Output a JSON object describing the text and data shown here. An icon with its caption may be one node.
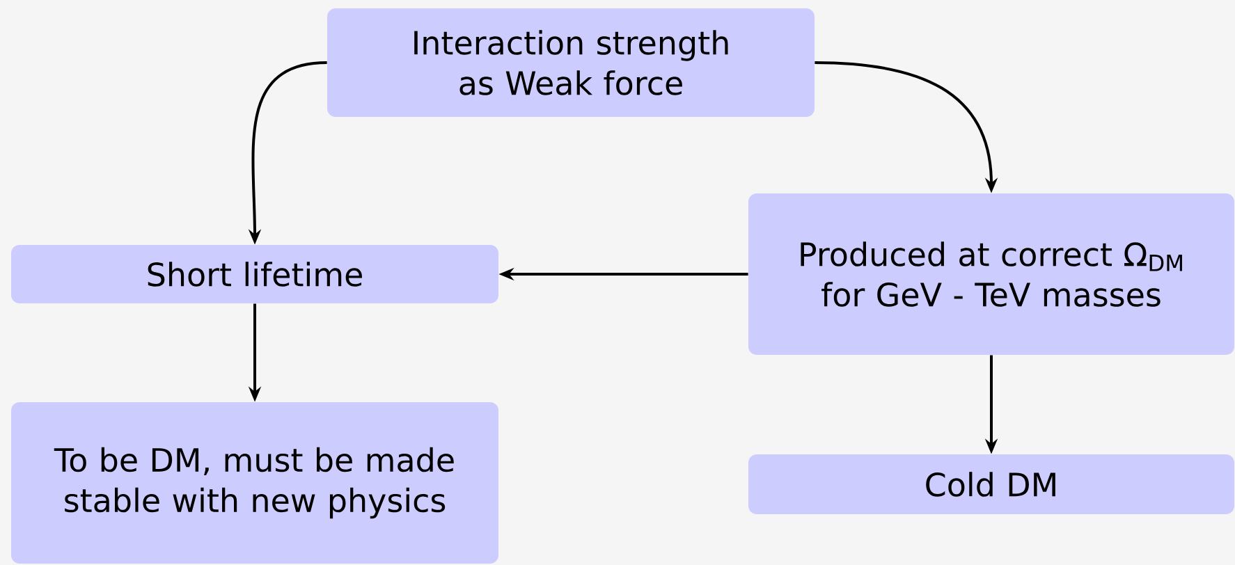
{
  "diagram": {
    "nodes": [
      {
        "text": [
          "Interaction strength as Weak force"
        ]
      },
      {
        "text": [
          "Short lifetime"
        ]
      },
      {
        "text": [
          "Produced at correct Ω$_{DM}$ for GeV - TeV masses"
        ]
      },
      {
        "text": [
          "To be DM, must be made stable with new physics"
        ]
      },
      {
        "text": [
          "Cold DM"
        ]
      }
    ],
    "edges": [
      {
        "from": 0,
        "to": 1,
        "arrow": "to"
      },
      {
        "from": 0,
        "to": 2,
        "arrow": "to"
      },
      {
        "from": 2,
        "to": 1,
        "arrow": "to"
      },
      {
        "from": 1,
        "to": 3,
        "arrow": "to"
      },
      {
        "from": 2,
        "to": 4,
        "arrow": "to"
      }
    ]
  }
}
